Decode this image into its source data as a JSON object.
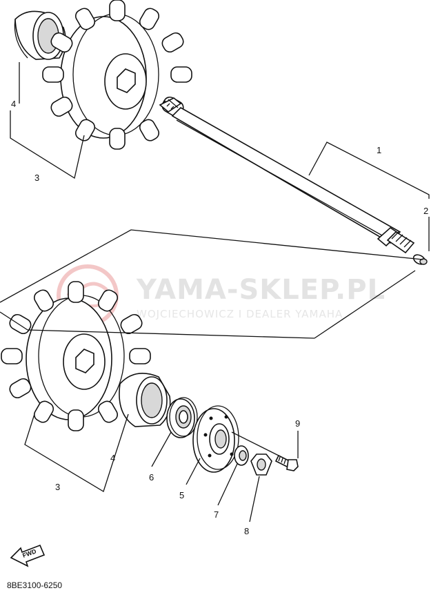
{
  "watermark": {
    "title": "YAMA-SKLEP.PL",
    "subtitle": "WOJCIECHOWICZ I DEALER YAMAHA"
  },
  "callouts": {
    "n1": "1",
    "n2": "2",
    "n3_top": "3",
    "n4_top": "4",
    "n3_bottom": "3",
    "n4_bottom": "4",
    "n5": "5",
    "n6": "6",
    "n7": "7",
    "n8": "8",
    "n9": "9"
  },
  "fwd_label": "FWD",
  "diagram_code": "8BE3100-6250"
}
